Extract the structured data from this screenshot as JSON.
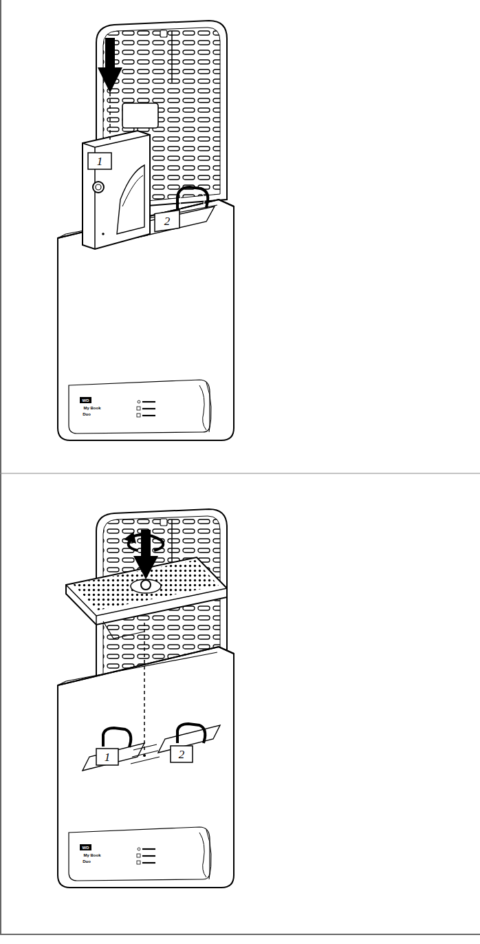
{
  "diagram": {
    "labels": [
      "1",
      "2",
      "WD",
      "My Book",
      "Duo",
      "1",
      "2",
      "WD",
      "My Book",
      "Duo"
    ]
  }
}
